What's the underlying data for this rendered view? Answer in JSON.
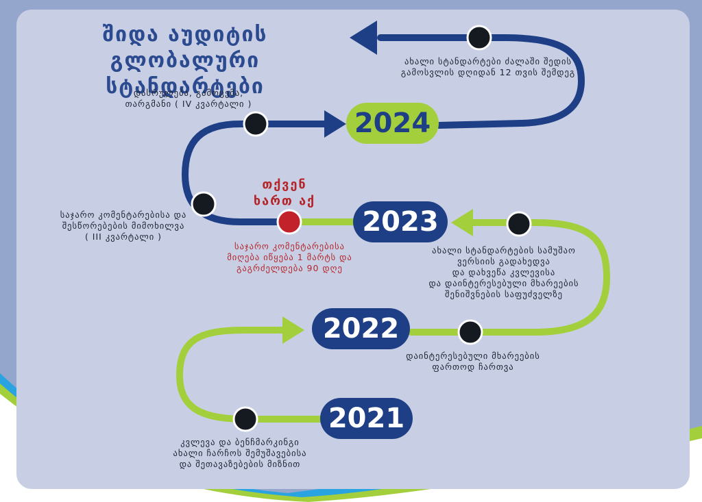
{
  "title": {
    "line1": "შიდა აუდიტის",
    "line2": "გლობალური სტანდარტები"
  },
  "years": {
    "y2024": "2024",
    "y2023": "2023",
    "y2022": "2022",
    "y2021": "2021"
  },
  "you_are_here": {
    "line1": "თქვენ",
    "line2": "ხართ აქ"
  },
  "notes": {
    "effect": [
      "ახალი სტანდარტები ძალაში შედის",
      "გამოსვლის დღიდან 12 თვის შემდეგ"
    ],
    "finalize": [
      "დასრულება, გამოცემა,",
      "თარგმანი ( IV კვარტალი )"
    ],
    "public_review": [
      "საჯარო კომენტარებისა და",
      "შესწორებების მიმოხილვა",
      "( III კვარტალი )"
    ],
    "public_comment": [
      "საჯარო კომენტარებისა",
      "მიღება იწყება 1 მარტს და",
      "გაგრძელდება 90 დღე"
    ],
    "draft_review": [
      "ახალი სტანდარტების სამუშაო",
      "ვერსიის გადახედვა",
      "და დახვეწა კვლევისა",
      "და დაინტერესებული მხარეების",
      "შენიშვნების საფუძველზე"
    ],
    "stakeholders": [
      "დაინტერესებული მხარეების",
      "ფართოდ ჩართვა"
    ],
    "research": [
      "კვლევა და ბენჩმარკინგი",
      "ახალი ჩარჩოს შემუშავებისა",
      "და შეთავაზებების მიზნით"
    ]
  },
  "colors": {
    "navy": "#1e3e86",
    "green": "#a4cf3c",
    "panel": "#c8cfe4",
    "background": "#94a6cc",
    "red": "#b4252a",
    "node": "#141a20",
    "wave_blue": "#2aa4e0"
  }
}
